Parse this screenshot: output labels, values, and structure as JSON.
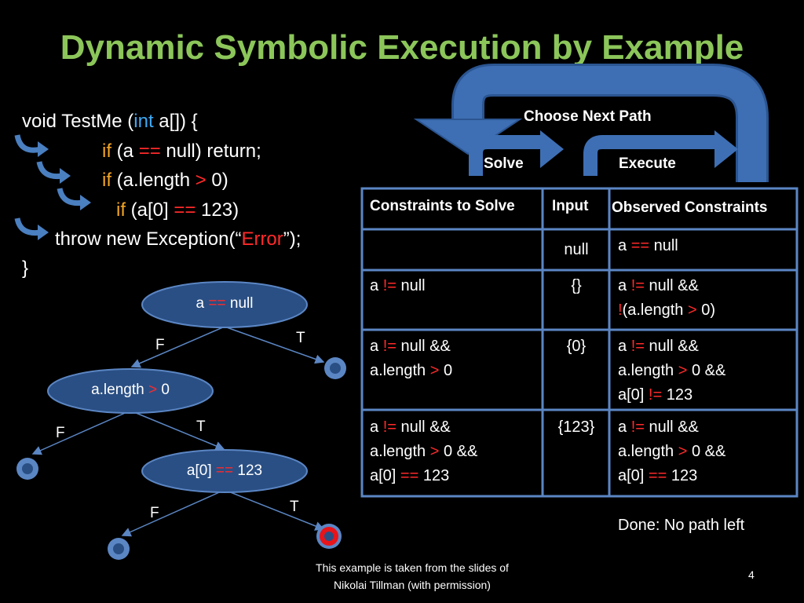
{
  "title": "Dynamic Symbolic Execution by Example",
  "code": {
    "line1": {
      "pre": "void  TestMe (",
      "type": "int",
      "post": " a[]) {"
    },
    "line2": {
      "kw": "if",
      "pre": " (a ",
      "op": "==",
      "post": " null)  return;"
    },
    "line3": {
      "kw": "if",
      "pre": " (a.length ",
      "op": ">",
      "post": " 0)"
    },
    "line4": {
      "kw": "if",
      "pre": " (a[0] ",
      "op": "==",
      "post": " 123)"
    },
    "line5": {
      "pre": "throw new Exception(“",
      "str": "Error",
      "post": "”);"
    },
    "line6": "}"
  },
  "loop": {
    "choose_label": "Choose Next Path",
    "solve_label": "Solve",
    "execute_label": "Execute"
  },
  "tree": {
    "node1": {
      "pre": "a ",
      "op": "==",
      "post": " null"
    },
    "node2": {
      "pre": "a.length ",
      "op": ">",
      "post": " 0"
    },
    "node3": {
      "pre": "a[0] ",
      "op": "==",
      "post": " 123"
    },
    "edge_true": "T",
    "edge_false": "F"
  },
  "table": {
    "headers": [
      "Constraints to Solve",
      "Input",
      "Observed Constraints"
    ],
    "rows": [
      {
        "constraints": [],
        "input": "null",
        "observed": [
          [
            {
              "t": "a "
            },
            {
              "t": "==",
              "op": true
            },
            {
              "t": " null"
            }
          ]
        ]
      },
      {
        "constraints": [
          [
            {
              "t": "a "
            },
            {
              "t": "!=",
              "op": true
            },
            {
              "t": " null"
            }
          ]
        ],
        "input": "{}",
        "observed": [
          [
            {
              "t": "a "
            },
            {
              "t": "!=",
              "op": true
            },
            {
              "t": " null &&"
            }
          ],
          [
            {
              "t": "!",
              "op": true
            },
            {
              "t": "(a.length "
            },
            {
              "t": ">",
              "op": true
            },
            {
              "t": " 0)"
            }
          ]
        ]
      },
      {
        "constraints": [
          [
            {
              "t": "a "
            },
            {
              "t": "!=",
              "op": true
            },
            {
              "t": " null &&"
            }
          ],
          [
            {
              "t": "a.length "
            },
            {
              "t": ">",
              "op": true
            },
            {
              "t": " 0"
            }
          ]
        ],
        "input": "{0}",
        "observed": [
          [
            {
              "t": "a "
            },
            {
              "t": "!=",
              "op": true
            },
            {
              "t": " null &&"
            }
          ],
          [
            {
              "t": "a.length "
            },
            {
              "t": ">",
              "op": true
            },
            {
              "t": " 0 &&"
            }
          ],
          [
            {
              "t": "a[0] "
            },
            {
              "t": "!=",
              "op": true
            },
            {
              "t": " 123"
            }
          ]
        ]
      },
      {
        "constraints": [
          [
            {
              "t": "a "
            },
            {
              "t": "!=",
              "op": true
            },
            {
              "t": " null &&"
            }
          ],
          [
            {
              "t": "a.length "
            },
            {
              "t": ">",
              "op": true
            },
            {
              "t": " 0 &&"
            }
          ],
          [
            {
              "t": "a[0] "
            },
            {
              "t": "==",
              "op": true
            },
            {
              "t": " 123"
            }
          ]
        ],
        "input": "{123}",
        "observed": [
          [
            {
              "t": "a "
            },
            {
              "t": "!=",
              "op": true
            },
            {
              "t": " null &&"
            }
          ],
          [
            {
              "t": "a.length "
            },
            {
              "t": ">",
              "op": true
            },
            {
              "t": " 0 &&"
            }
          ],
          [
            {
              "t": "a[0] "
            },
            {
              "t": "==",
              "op": true
            },
            {
              "t": " 123"
            }
          ]
        ]
      }
    ]
  },
  "done_text": "Done: No path left",
  "footer": {
    "line1": "This example is taken from the slides of",
    "line2": "Nikolai  Tillman (with permission)"
  },
  "page_number": "4",
  "colors": {
    "title": "#8cc65a",
    "keyword": "#f5a623",
    "type": "#3fa9f5",
    "operator": "#ff2a2a",
    "shape_fill": "#2a4f84",
    "shape_stroke": "#5b86c4",
    "error_leaf": "#e8141a"
  }
}
